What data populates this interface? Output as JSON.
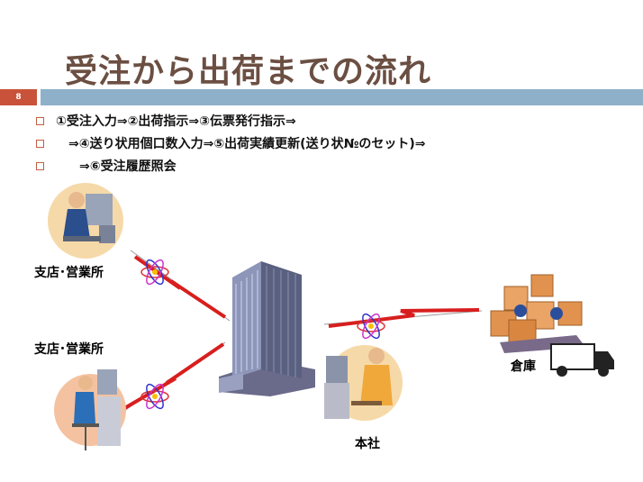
{
  "slide": {
    "title": "受注から出荷までの流れ",
    "page_number": "8"
  },
  "steps": [
    "①受注入力⇒②出荷指示⇒③伝票発行指示⇒",
    "⇒④送り状用個口数入力⇒⑤出荷実績更新(送り状№のセット)⇒",
    "⇒⑥受注履歴照会"
  ],
  "labels": {
    "branch_top": "支店･営業所",
    "branch_bottom": "支店･営業所",
    "warehouse": "倉庫",
    "head_office": "本社"
  },
  "colors": {
    "title": "#6b4f42",
    "header_bar": "#8fb0c9",
    "page_badge": "#c8533a",
    "lightning": "#d81e1e"
  }
}
